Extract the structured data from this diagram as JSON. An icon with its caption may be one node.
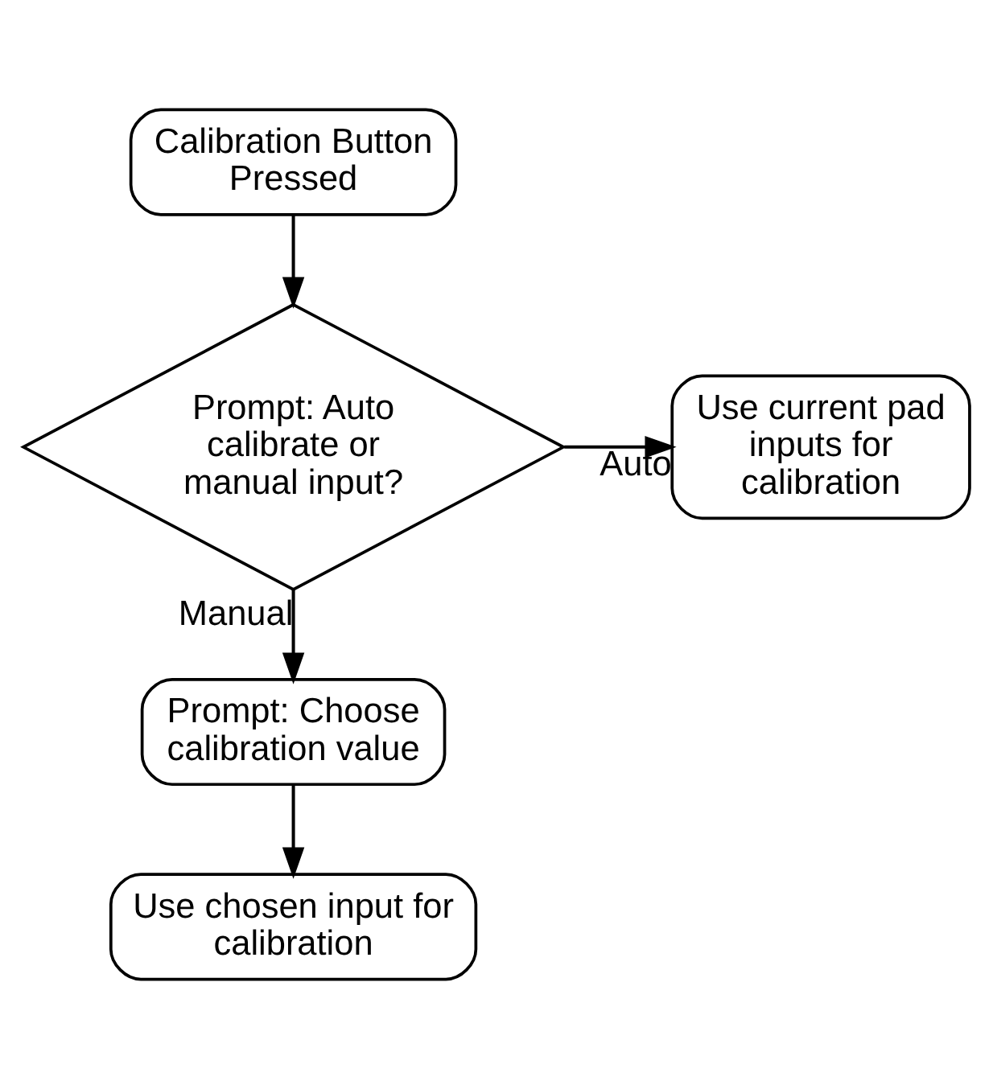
{
  "diagram": {
    "nodes": [
      {
        "text": [
          "Calibration Button Pressed"
        ]
      },
      {
        "text": [
          "Prompt: Auto calibrate or manual input?"
        ]
      },
      {
        "text": [
          "Use current pad inputs for calibration"
        ]
      },
      {
        "text": [
          "Prompt: Choose calibration value"
        ]
      },
      {
        "text": [
          "Use chosen input for calibration"
        ]
      }
    ],
    "edges": [
      {
        "from": 0,
        "to": 1,
        "arrow": "to"
      },
      {
        "from": 1,
        "to": 2,
        "arrow": "to",
        "label": "Auto"
      },
      {
        "from": 1,
        "to": 3,
        "arrow": "to",
        "label": "Manual"
      },
      {
        "from": 3,
        "to": 4,
        "arrow": "to"
      }
    ]
  }
}
